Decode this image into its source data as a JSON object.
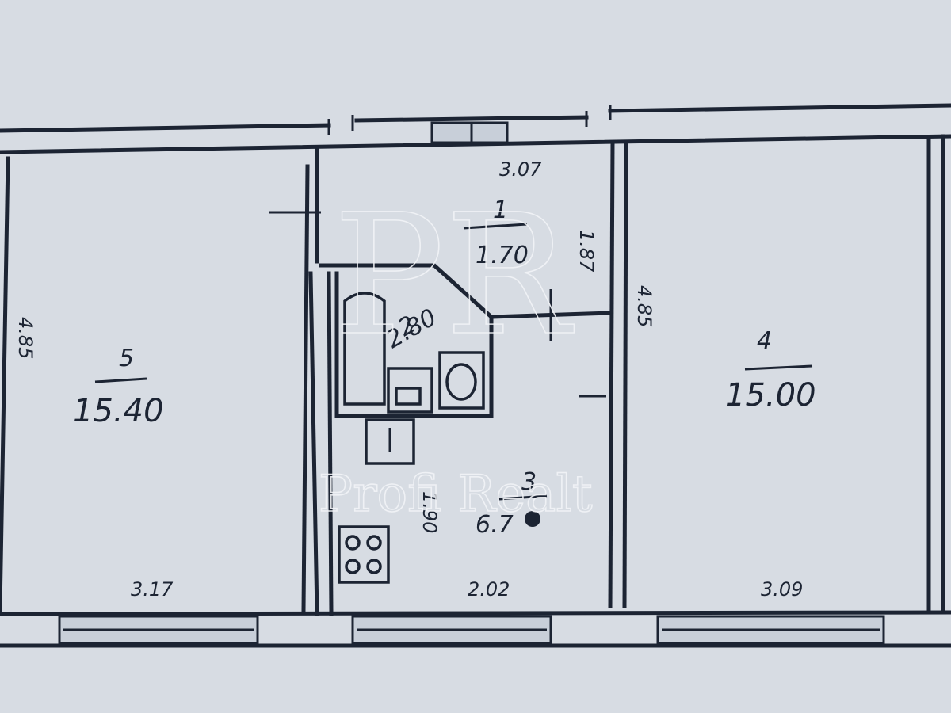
{
  "rooms": [
    {
      "number": "5",
      "area": "15.40",
      "width": "3.17",
      "length": "4.85"
    },
    {
      "number": "4",
      "area": "15.00",
      "width": "3.09",
      "length": "4.85"
    },
    {
      "number": "1",
      "area": "1.70",
      "width": "3.07",
      "length": "1.87"
    },
    {
      "number": "2",
      "area": "2.80"
    },
    {
      "number": "3",
      "area": "6.7",
      "width": "2.02",
      "length": "1.90"
    }
  ],
  "watermark": {
    "monogram": "PR",
    "text": "Profi Realt"
  },
  "colors": {
    "paper": "#d7dce3",
    "ink": "#1c2433",
    "watermark": "#f2f4f7"
  }
}
